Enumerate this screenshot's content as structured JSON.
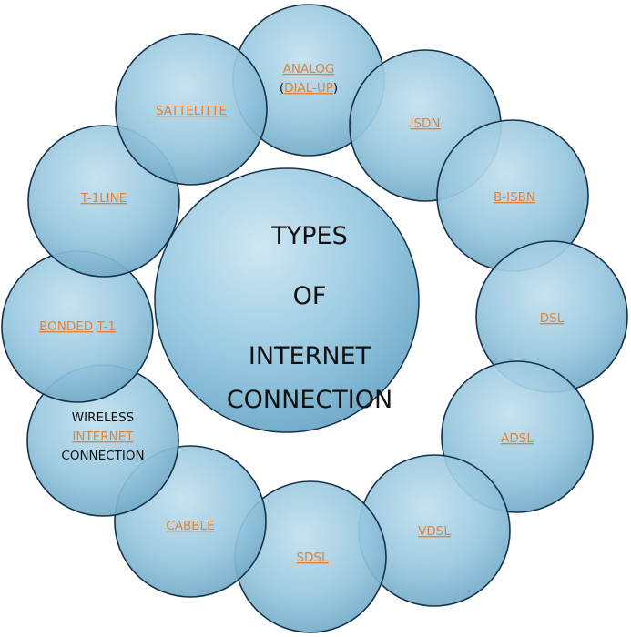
{
  "colors": {
    "bubble_fill": "#8fc2dc",
    "bubble_stroke": "#16324a",
    "center_fill": "#8fc2dc",
    "link_text": "#e0823a",
    "plain_text": "#111111"
  },
  "center": {
    "lines": [
      "TYPES",
      "OF",
      "INTERNET",
      "CONNECTION"
    ]
  },
  "nodes": [
    {
      "id": "analog",
      "lines": [
        [
          {
            "t": "ANALOG",
            "link": true
          }
        ],
        [
          {
            "t": "(",
            "link": false
          },
          {
            "t": "DIAL-UP",
            "link": true
          },
          {
            "t": ")",
            "link": false
          }
        ]
      ]
    },
    {
      "id": "isdn",
      "lines": [
        [
          {
            "t": "ISDN",
            "link": true
          }
        ]
      ]
    },
    {
      "id": "b-isbn",
      "lines": [
        [
          {
            "t": "B-ISBN",
            "link": true
          }
        ]
      ]
    },
    {
      "id": "dsl",
      "lines": [
        [
          {
            "t": "DSL",
            "link": true
          }
        ]
      ]
    },
    {
      "id": "adsl",
      "lines": [
        [
          {
            "t": "ADSL",
            "link": true
          }
        ]
      ]
    },
    {
      "id": "vdsl",
      "lines": [
        [
          {
            "t": "VDSL",
            "link": true
          }
        ]
      ]
    },
    {
      "id": "sdsl",
      "lines": [
        [
          {
            "t": "SDSL",
            "link": true
          }
        ]
      ]
    },
    {
      "id": "cabble",
      "lines": [
        [
          {
            "t": "CABBLE",
            "link": true
          }
        ]
      ]
    },
    {
      "id": "wireless",
      "lines": [
        [
          {
            "t": "WIRELESS",
            "link": false
          }
        ],
        [
          {
            "t": "INTERNET",
            "link": true
          }
        ],
        [
          {
            "t": "CONNECTION",
            "link": false
          }
        ]
      ]
    },
    {
      "id": "bonded",
      "lines": [
        [
          {
            "t": "BONDED",
            "link": true
          },
          {
            "t": " ",
            "link": false
          },
          {
            "t": "T-1",
            "link": true
          }
        ]
      ]
    },
    {
      "id": "t1line",
      "lines": [
        [
          {
            "t": "T-1LINE",
            "link": true
          }
        ]
      ]
    },
    {
      "id": "sattelitte",
      "lines": [
        [
          {
            "t": "SATTELITTE",
            "link": true
          }
        ]
      ]
    }
  ]
}
